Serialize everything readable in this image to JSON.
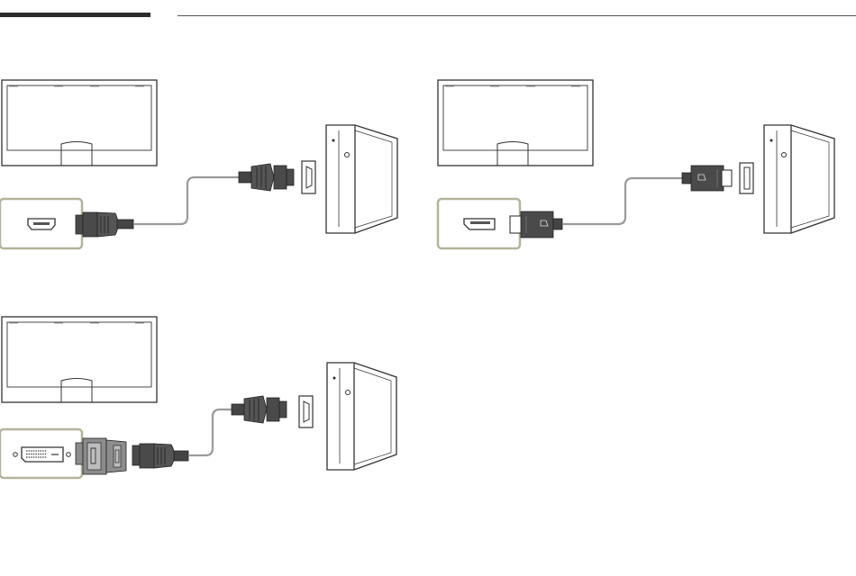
{
  "header": {
    "accent_color": "#2b2b2b",
    "rule_color": "#555555"
  },
  "colors": {
    "stroke": "#333333",
    "cable": "#9a9a9a",
    "plug_fill": "#4a4a4a",
    "panel_border": "#b5b39a",
    "adapter_fill": "#8c8c8c"
  },
  "diagrams": [
    {
      "id": "hdmi-to-hdmi",
      "monitor_port": "hdmi-port-icon",
      "cable": "hdmi-cable",
      "pc_port": "hdmi-port-icon"
    },
    {
      "id": "displayport-to-displayport",
      "monitor_port": "displayport-port-icon",
      "cable": "displayport-cable",
      "pc_port": "displayport-port-icon"
    },
    {
      "id": "dvi-to-hdmi",
      "monitor_port": "dvi-port-icon",
      "adapter": "dvi-hdmi-adapter-icon",
      "cable": "hdmi-cable",
      "pc_port": "hdmi-port-icon"
    }
  ]
}
